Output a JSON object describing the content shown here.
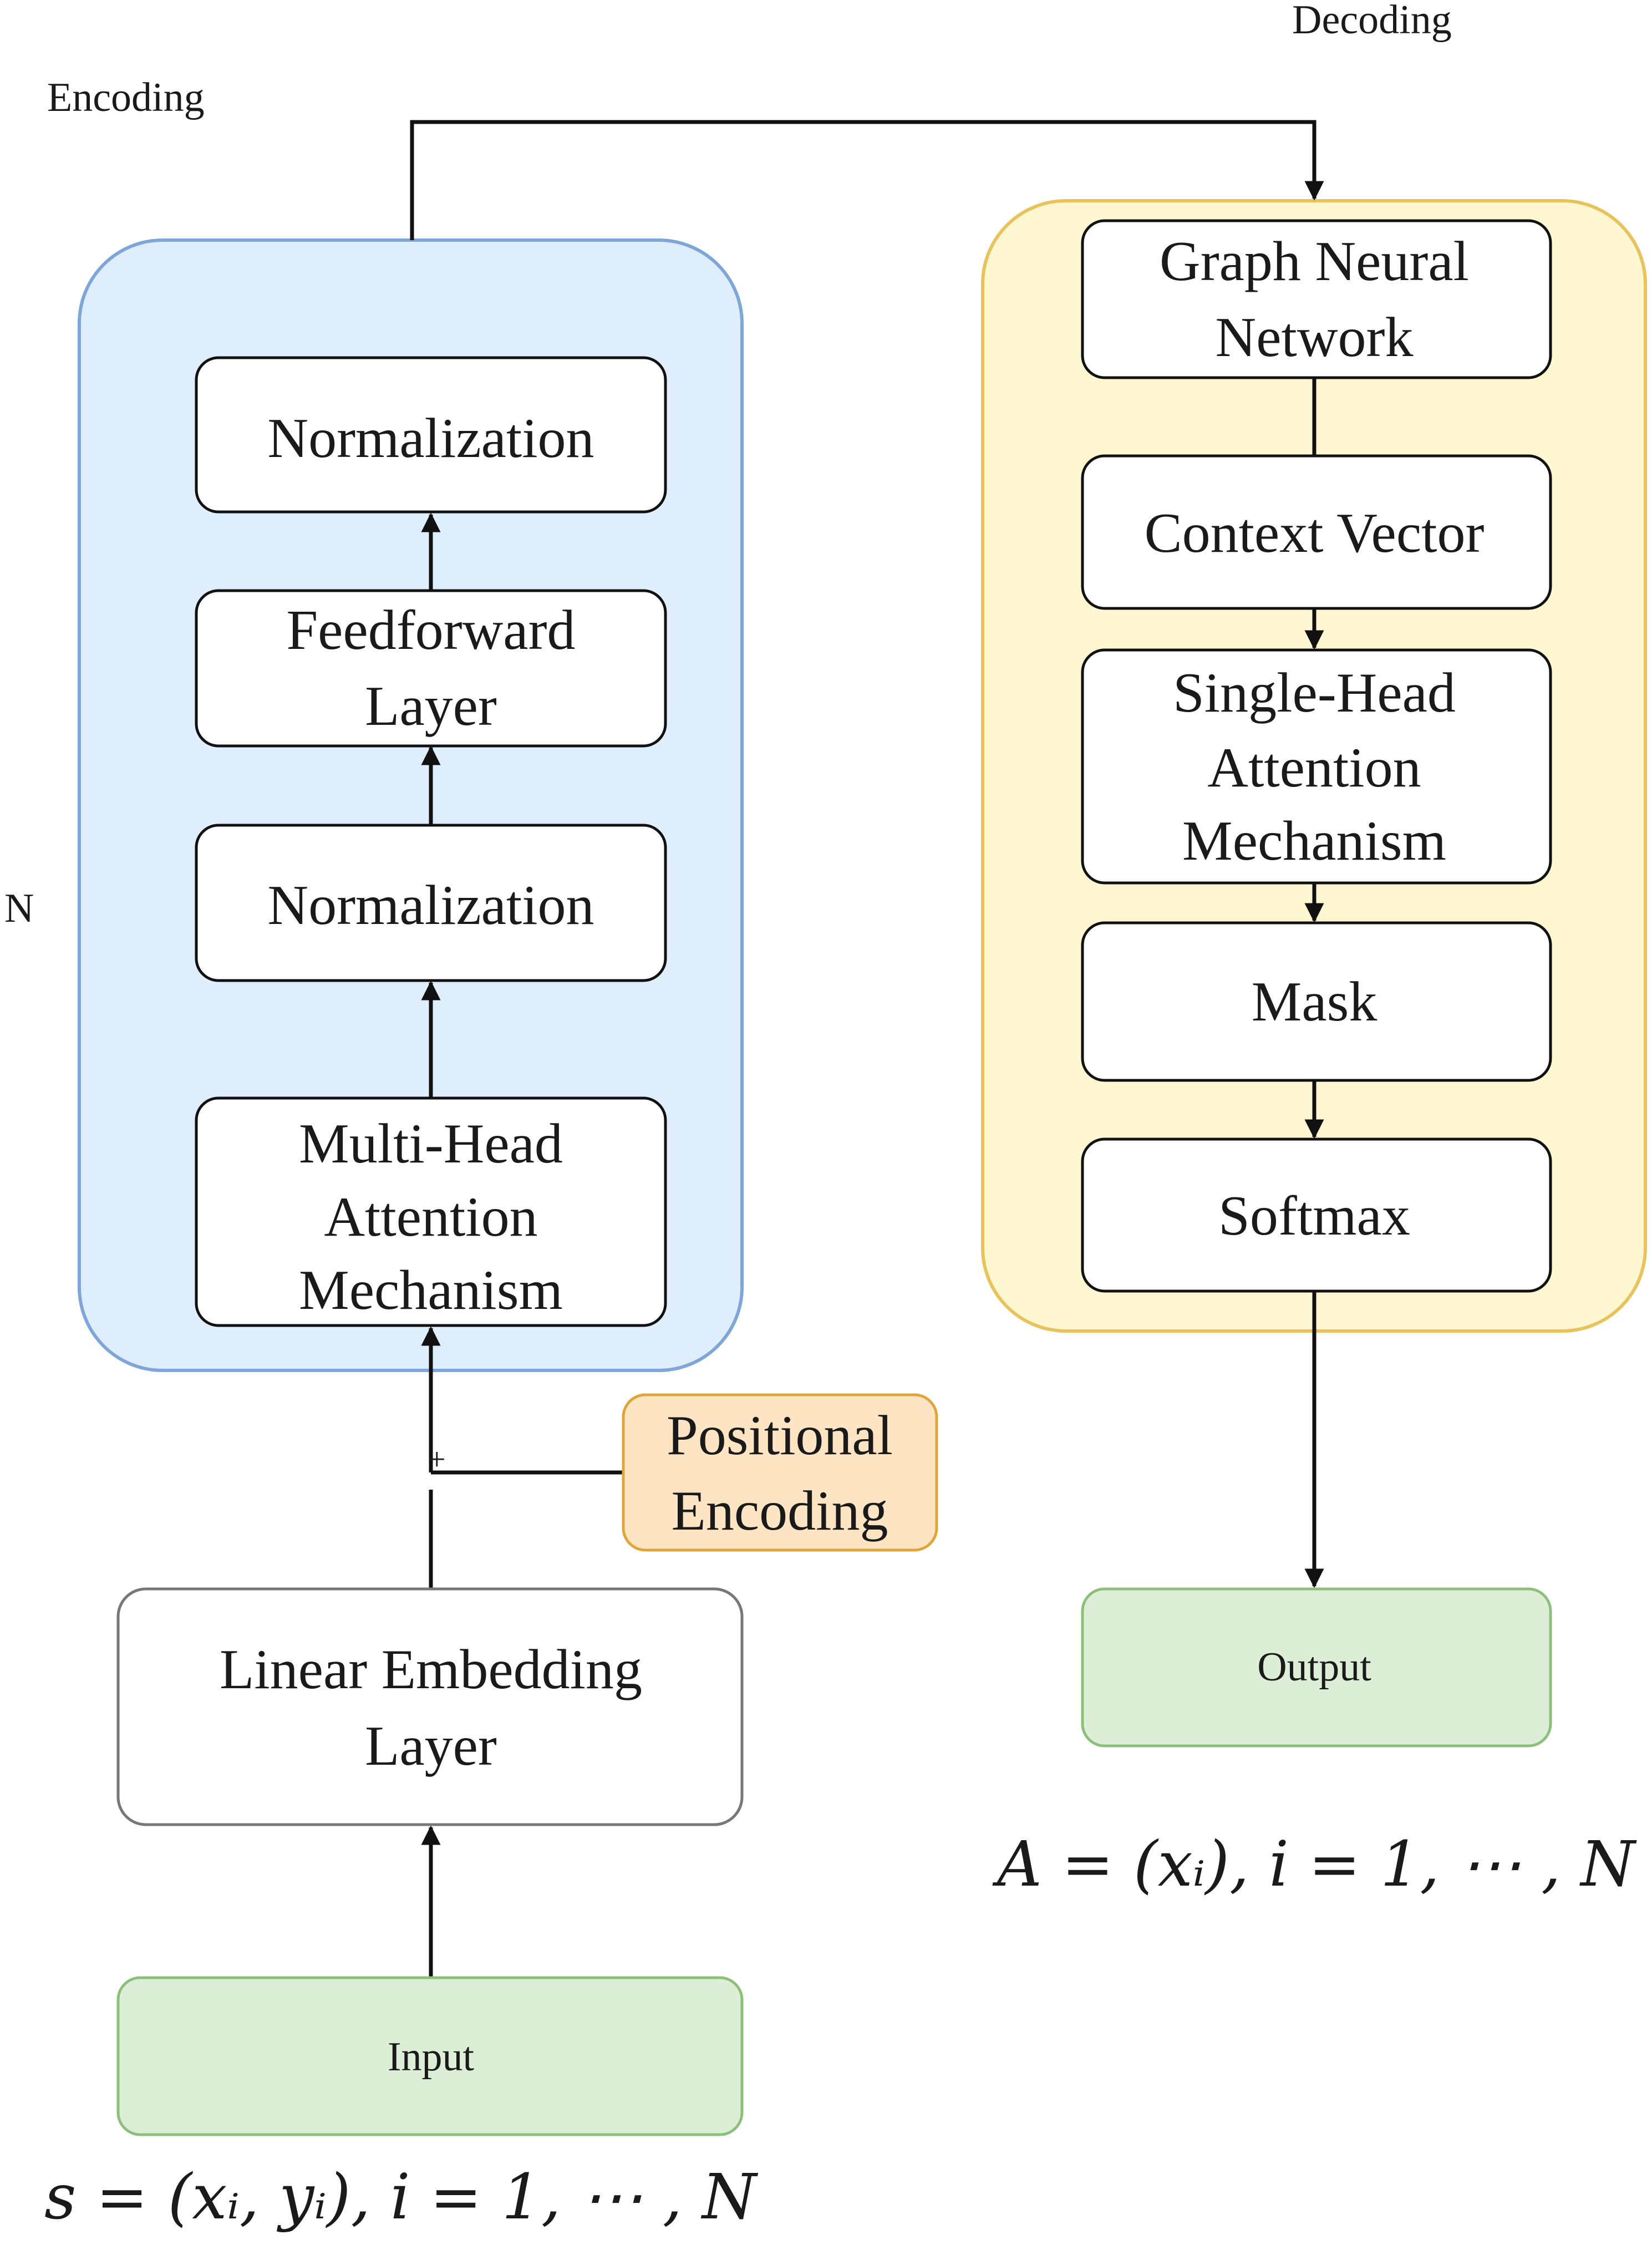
{
  "labels": {
    "encoding": "Encoding",
    "decoding": "Decoding",
    "n_side": "N",
    "plus": "+"
  },
  "encoder": {
    "normalization_top": "Normalization",
    "feedforward": [
      "Feedforward",
      "Layer"
    ],
    "normalization_bottom": "Normalization",
    "multi_head_attention": [
      "Multi-Head",
      "Attention",
      "Mechanism"
    ]
  },
  "positional_encoding": [
    "Positional",
    "Encoding"
  ],
  "linear_embedding": [
    "Linear Embedding",
    "Layer"
  ],
  "input_label": "Input",
  "input_formula": "s = (xᵢ, yᵢ), i = 1, ⋯ , N",
  "decoder": {
    "graph_neural_network": [
      "Graph Neural",
      "Network"
    ],
    "context_vector": "Context Vector",
    "single_head_attention": [
      "Single-Head",
      "Attention",
      "Mechanism"
    ],
    "mask": "Mask",
    "softmax": "Softmax"
  },
  "output_label": "Output",
  "output_formula": "A = (xᵢ), i = 1, ⋯ , N",
  "colors": {
    "encoder_fill": "#dfeefd",
    "encoder_stroke": "#7ea6d8",
    "decoder_fill": "#fff7d1",
    "decoder_stroke": "#e8c25a",
    "io_fill": "#dcefd6",
    "io_stroke": "#8cc07a",
    "positional_fill": "#fde5c4",
    "positional_stroke": "#e0a53a",
    "linear_stroke": "#777777",
    "block_stroke": "#111111"
  }
}
